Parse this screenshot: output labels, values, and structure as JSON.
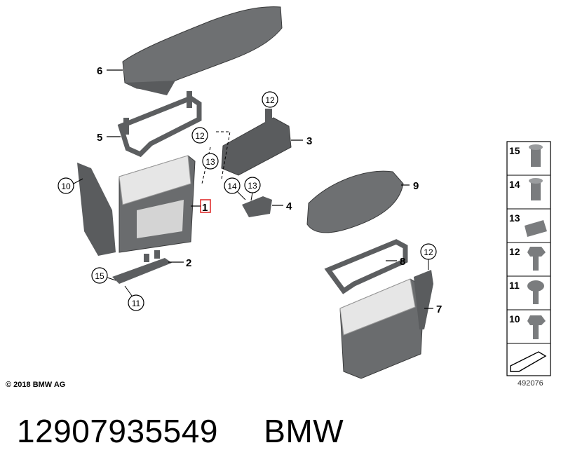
{
  "callouts": {
    "c1": "1",
    "c2": "2",
    "c3": "3",
    "c4": "4",
    "c5": "5",
    "c6": "6",
    "c7": "7",
    "c8": "8",
    "c9": "9",
    "c10": "10",
    "c11": "11",
    "c12a": "12",
    "c12b": "12",
    "c12c": "12",
    "c13a": "13",
    "c13b": "13",
    "c14": "14",
    "c15": "15"
  },
  "legend": {
    "items": [
      "15",
      "14",
      "13",
      "12",
      "11",
      "10"
    ]
  },
  "copyright": "© 2018 BMW AG",
  "diagram_number": "492076",
  "footer": {
    "part_number": "12907935549",
    "brand": "BMW"
  },
  "colors": {
    "part_fill": "#707274",
    "part_dark": "#4f5153",
    "highlight": "#e03030"
  }
}
